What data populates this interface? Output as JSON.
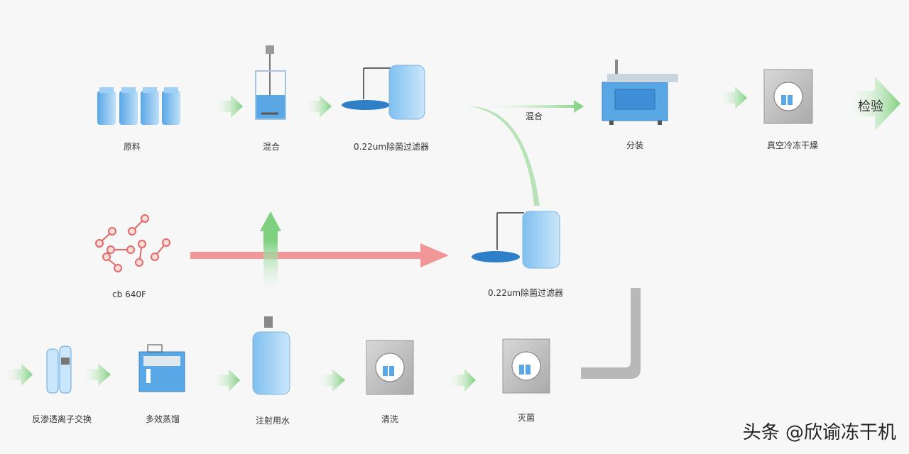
{
  "steps": [
    {
      "label": "原料"
    },
    {
      "label": "混合"
    },
    {
      "label": "0.22um除菌过滤器"
    },
    {
      "label": "分装"
    },
    {
      "label": "真空冷冻干燥"
    }
  ],
  "merge_label": "混合",
  "inspect_label": "检验",
  "middle": {
    "cells_label": "cb 640F",
    "filter_label": "0.22um除菌过滤器"
  },
  "bottom_steps": [
    {
      "label": "反渗透离子交换"
    },
    {
      "label": "多效蒸馏"
    },
    {
      "label": "注射用水"
    },
    {
      "label": "清洗"
    },
    {
      "label": "灭菌"
    }
  ],
  "watermark": "头条 @欣谕冻干机",
  "colors": {
    "green_arrow": "#7fd07f",
    "red_arrow": "#f08c8c",
    "equipment_blue": "#5aa7e6",
    "gray_pipe": "#b8b8b8"
  }
}
